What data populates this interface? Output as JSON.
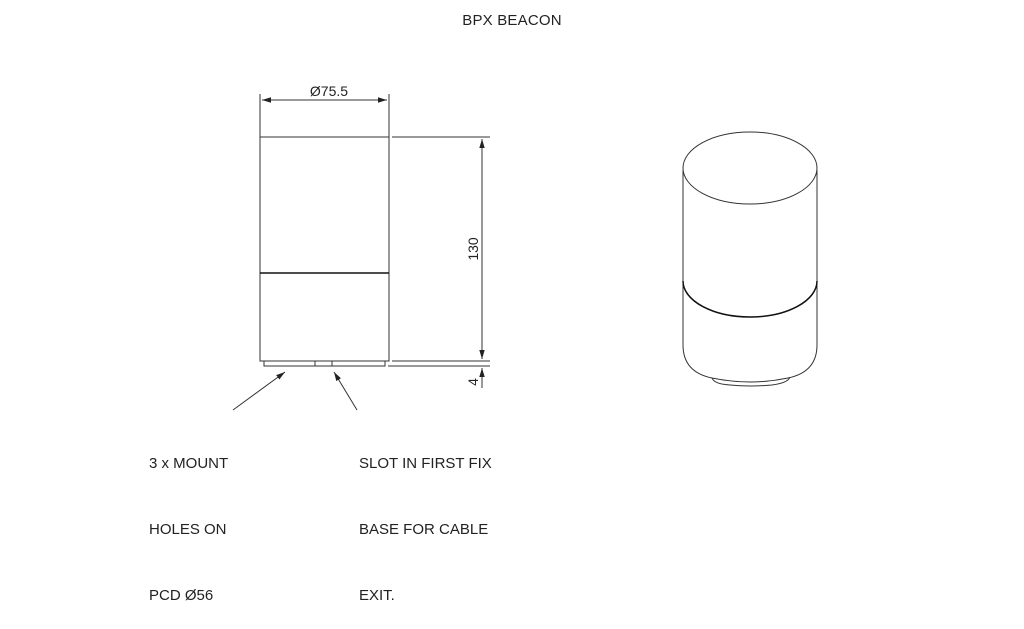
{
  "title": "BPX BEACON",
  "front_view": {
    "dimensions": {
      "diameter": "Ø75.5",
      "height": "130",
      "base_height": "4"
    }
  },
  "notes": {
    "mount_holes": {
      "lines": [
        "3 x MOUNT",
        "HOLES ON",
        "PCD Ø56"
      ]
    },
    "cable_slot": {
      "lines": [
        "SLOT IN FIRST FIX",
        "BASE FOR CABLE",
        "EXIT."
      ]
    }
  },
  "isometric_view": {
    "label": "isometric-cylinder"
  },
  "colors": {
    "line": "#222222",
    "background": "#ffffff"
  }
}
